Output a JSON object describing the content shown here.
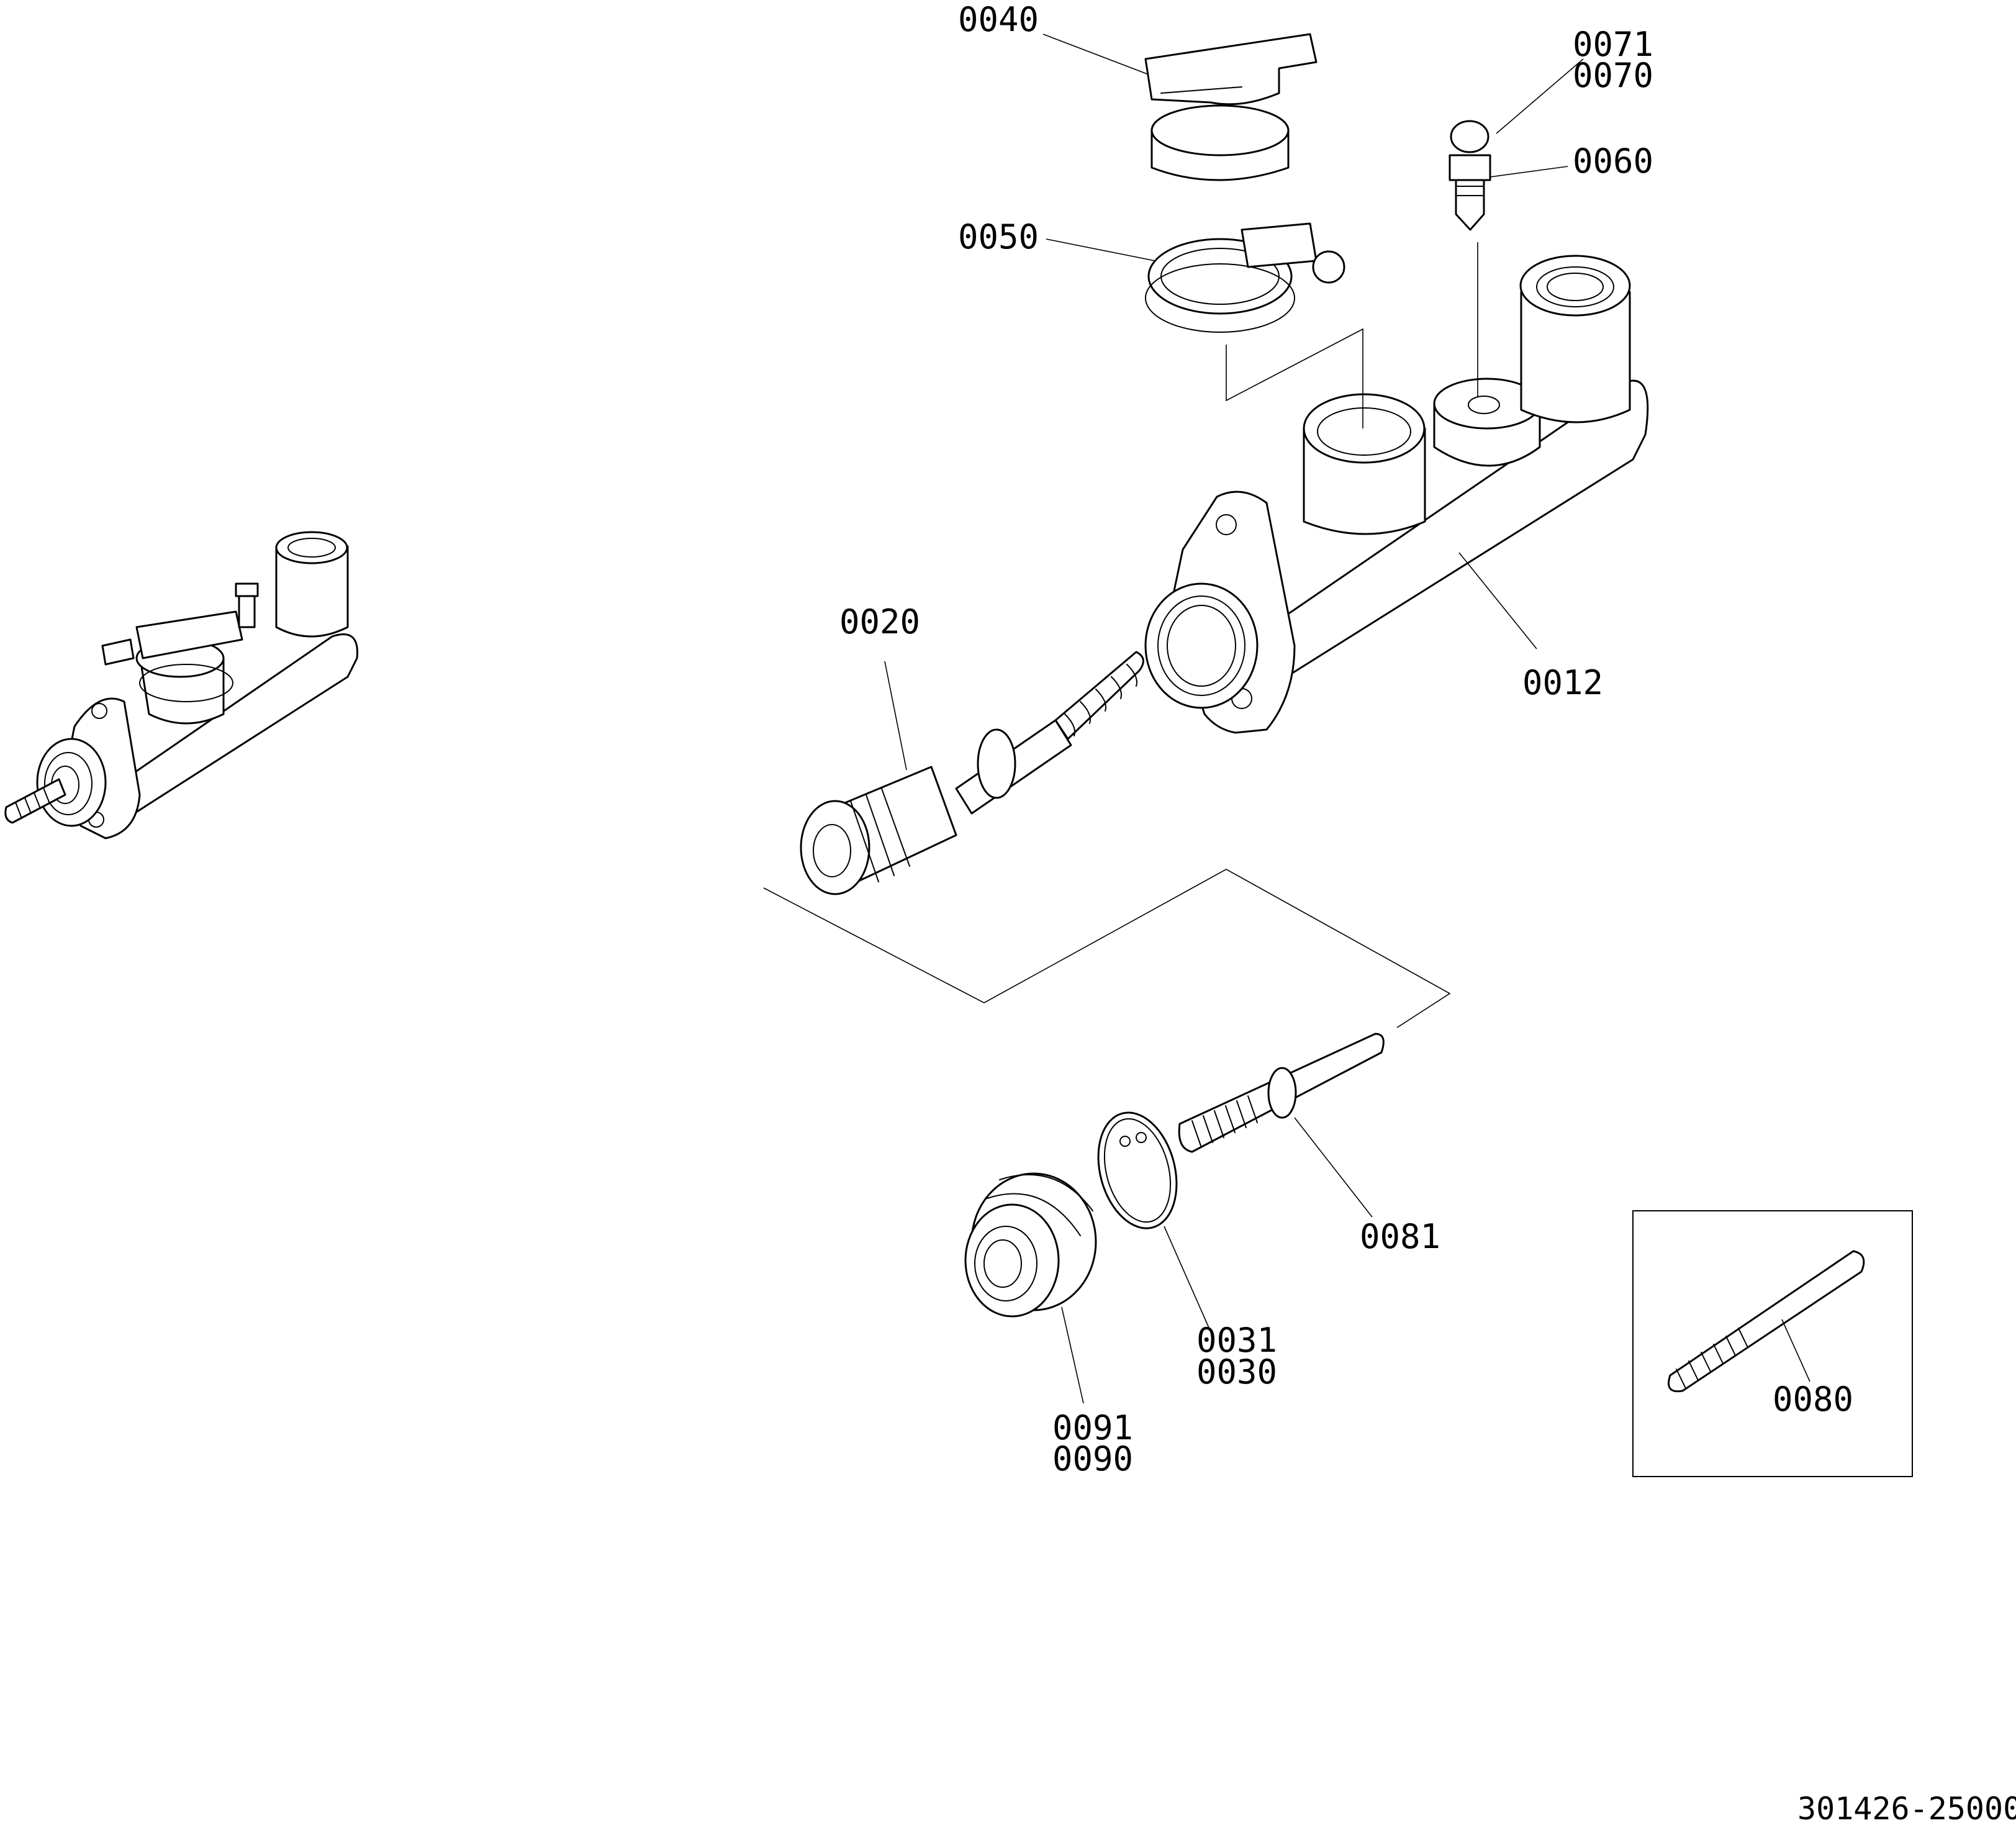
{
  "callouts": {
    "c0040": "0040",
    "c0050": "0050",
    "c0071": "0071",
    "c0070": "0070",
    "c0060": "0060",
    "c0020": "0020",
    "c0012": "0012",
    "c0081": "0081",
    "c0031": "0031",
    "c0030": "0030",
    "c0091": "0091",
    "c0090": "0090",
    "c0080": "0080"
  },
  "drawing_number": "301426-25000",
  "colors": {
    "line": "#000000",
    "background": "#ffffff"
  }
}
